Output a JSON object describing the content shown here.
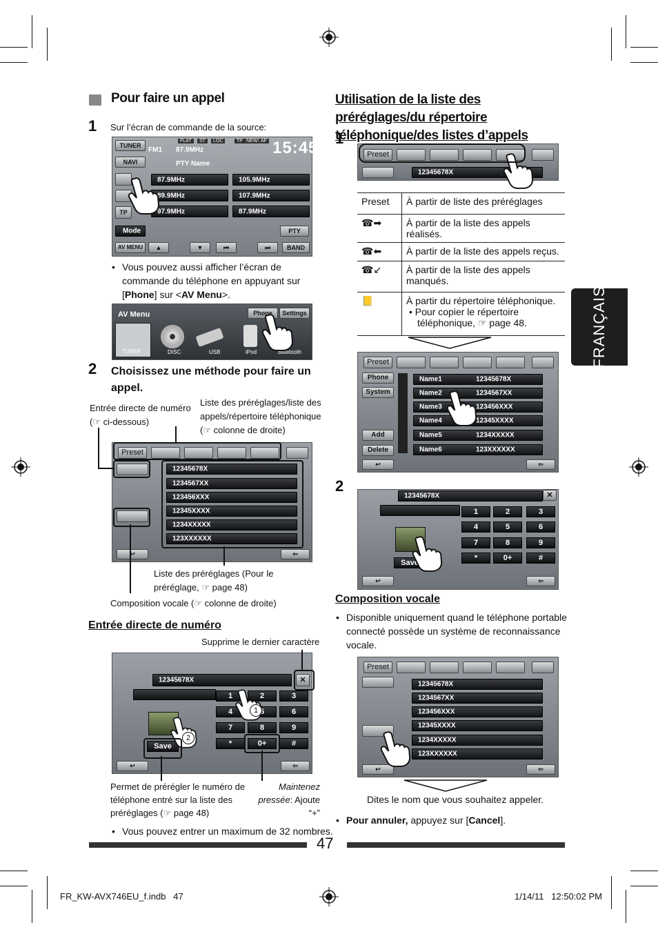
{
  "left": {
    "heading": "Pour faire un appel",
    "step1_num": "1",
    "step1_text": "Sur l’écran de commande de la source:",
    "tuner": {
      "btn_tuner": "TUNER",
      "btn_navi": "NAVI",
      "band": "FM1",
      "freq": "87.9MHz",
      "pty_name": "PTY Name",
      "clock": "15:45",
      "flags": [
        "FLAT",
        "ST",
        "LOC",
        "TP",
        "NEWS",
        "AF"
      ],
      "presets": [
        "87.9MHz",
        "89.9MHz",
        "97.9MHz",
        "105.9MHz",
        "107.9MHz",
        "87.9MHz"
      ],
      "btn_mode": "Mode",
      "btn_pty": "PTY",
      "btn_avmenu": "AV MENU",
      "btn_band": "BAND",
      "btn_tp": "TP"
    },
    "bullet1_a": "Vous pouvez aussi afficher l’écran de commande du téléphone en appuyant sur [",
    "bullet1_phone": "Phone",
    "bullet1_b": "] sur <",
    "bullet1_avmenu": "AV Menu",
    "bullet1_c": ">.",
    "avmenu": {
      "title": "AV Menu",
      "btn_phone": "Phone",
      "btn_settings": "Settings",
      "sources": [
        "TUNER",
        "DISC",
        "USB",
        "iPod",
        "Bluetooth"
      ]
    },
    "step2_num": "2",
    "step2_text": "Choisissez une méthode pour faire un appel.",
    "callout_direct": "Entrée directe de numéro (☞ ci-dessous)",
    "callout_lists": "Liste des préréglages/liste des appels/répertoire téléphonique (☞ colonne de droite)",
    "callout_preset_list": "Liste des préréglages (Pour le préréglage, ☞ page 48)",
    "callout_voice": "Composition vocale (☞ colonne de droite)",
    "preset_tab": "Preset",
    "numbers": [
      "12345678X",
      "1234567XX",
      "123456XXX",
      "12345XXXX",
      "1234XXXXX",
      "123XXXXXX"
    ],
    "sub_direct": "Entrée directe de numéro",
    "callout_delete": "Supprime le dernier caractère",
    "dial_display": "12345678X",
    "keys": [
      "1",
      "2",
      "3",
      "4",
      "5",
      "6",
      "7",
      "8",
      "9",
      "*",
      "0+",
      "#"
    ],
    "btn_save": "Save",
    "callout_save": "Permet de prérégler le numéro de téléphone entré sur la liste des préréglages (☞ page 48)",
    "callout_hold": "Maintenez pressée",
    "callout_hold_b": ": Ajoute “+”",
    "bullet_max": "Vous pouvez entrer un maximum de 32 nombres."
  },
  "right": {
    "heading": "Utilisation de la liste des préréglages/du répertoire téléphonique/des listes d’appels",
    "step1_num": "1",
    "step2_num": "2",
    "table": [
      [
        "Preset",
        "À partir de liste des préréglages"
      ],
      [
        "",
        "À partir de la liste des appels réalisés."
      ],
      [
        "",
        "À partir de la liste des appels reçus."
      ],
      [
        "",
        "À partir de la liste des appels manqués."
      ],
      [
        "",
        "À partir du répertoire téléphonique."
      ]
    ],
    "table_bullet": "Pour copier le répertoire téléphonique, ☞ page 48.",
    "phonebook": {
      "side": [
        "Phone",
        "System",
        "Add",
        "Delete"
      ],
      "names": [
        "Name1",
        "Name2",
        "Name3",
        "Name4",
        "Name5",
        "Name6"
      ],
      "nums": [
        "12345678X",
        "1234567XX",
        "123456XXX",
        "12345XXXX",
        "1234XXXXX",
        "123XXXXXX"
      ]
    },
    "voice_heading": "Composition vocale",
    "voice_bullet": "Disponible uniquement quand le téléphone portable connecté possède un système de reconnaissance vocale.",
    "say_name": "Dites le nom que vous souhaitez appeler.",
    "cancel_a": "Pour annuler,",
    "cancel_b": " appuyez sur [",
    "cancel_c": "Cancel",
    "cancel_d": "]."
  },
  "side_tab": "FRANÇAIS",
  "page_number": "47",
  "footer": {
    "file": "FR_KW-AVX746EU_f.indb   47",
    "date": "1/14/11   12:50:02 PM"
  },
  "colors": {
    "tab_bg": "#1e1e1e",
    "screen_gray": "#8a8f95",
    "rule": "#333333"
  }
}
